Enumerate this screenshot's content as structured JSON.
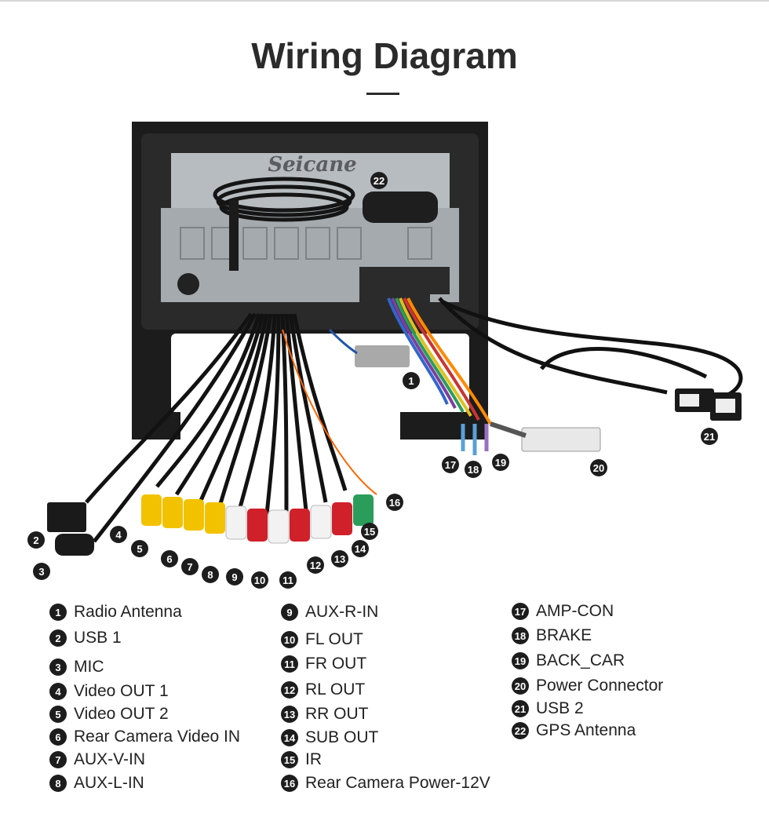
{
  "title": "Wiring Diagram",
  "brand": "Seicane",
  "legend": [
    {
      "n": "1",
      "label": "Radio Antenna"
    },
    {
      "n": "2",
      "label": "USB 1"
    },
    {
      "n": "3",
      "label": "MIC"
    },
    {
      "n": "4",
      "label": "Video OUT 1"
    },
    {
      "n": "5",
      "label": "Video OUT 2"
    },
    {
      "n": "6",
      "label": "Rear Camera Video IN"
    },
    {
      "n": "7",
      "label": "AUX-V-IN"
    },
    {
      "n": "8",
      "label": "AUX-L-IN"
    },
    {
      "n": "9",
      "label": "AUX-R-IN"
    },
    {
      "n": "10",
      "label": "FL OUT"
    },
    {
      "n": "11",
      "label": "FR OUT"
    },
    {
      "n": "12",
      "label": "RL OUT"
    },
    {
      "n": "13",
      "label": "RR OUT"
    },
    {
      "n": "14",
      "label": "SUB OUT"
    },
    {
      "n": "15",
      "label": "IR"
    },
    {
      "n": "16",
      "label": "Rear Camera Power-12V"
    },
    {
      "n": "17",
      "label": "AMP-CON"
    },
    {
      "n": "18",
      "label": "BRAKE"
    },
    {
      "n": "19",
      "label": "BACK_CAR"
    },
    {
      "n": "20",
      "label": "Power Connector"
    },
    {
      "n": "21",
      "label": "USB 2"
    },
    {
      "n": "22",
      "label": "GPS Antenna"
    }
  ]
}
